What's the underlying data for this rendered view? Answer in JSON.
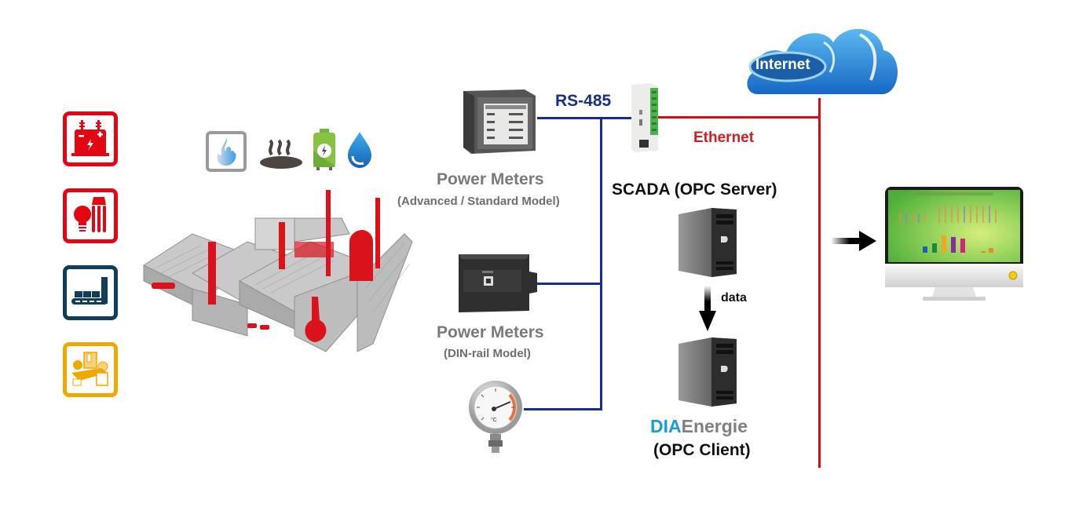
{
  "categories": [
    {
      "name": "transformer",
      "color": "#e30613"
    },
    {
      "name": "lighting",
      "color": "#e30613"
    },
    {
      "name": "production-line",
      "color": "#0f3d5c"
    },
    {
      "name": "hvac-chiller",
      "color": "#f0a800"
    }
  ],
  "energy_types": [
    "gas",
    "steam",
    "battery-power",
    "water"
  ],
  "plant": {
    "label": "factory-plant-illustration"
  },
  "network": {
    "rs485_label": "RS-485",
    "ethernet_label": "Ethernet",
    "internet_label": "Internet",
    "colors": {
      "rs485": "#1a2e8f",
      "ethernet": "#e30613",
      "cloud": "#1c7fd4"
    }
  },
  "devices": {
    "power_meter_advanced": {
      "title": "Power Meters",
      "subtitle": "(Advanced / Standard Model)"
    },
    "power_meter_din": {
      "title": "Power Meters",
      "subtitle": "(DIN-rail Model)"
    },
    "thermometer": {
      "label": "temperature-gauge"
    },
    "plc": {
      "label": "plc-gateway"
    }
  },
  "servers": {
    "scada_label": "SCADA (OPC Server)",
    "data_label": "data",
    "dia_part1": "DIA",
    "dia_part2": "Energie",
    "client_label": "(OPC Client)"
  },
  "monitor": {
    "label": "dashboard-monitor"
  }
}
